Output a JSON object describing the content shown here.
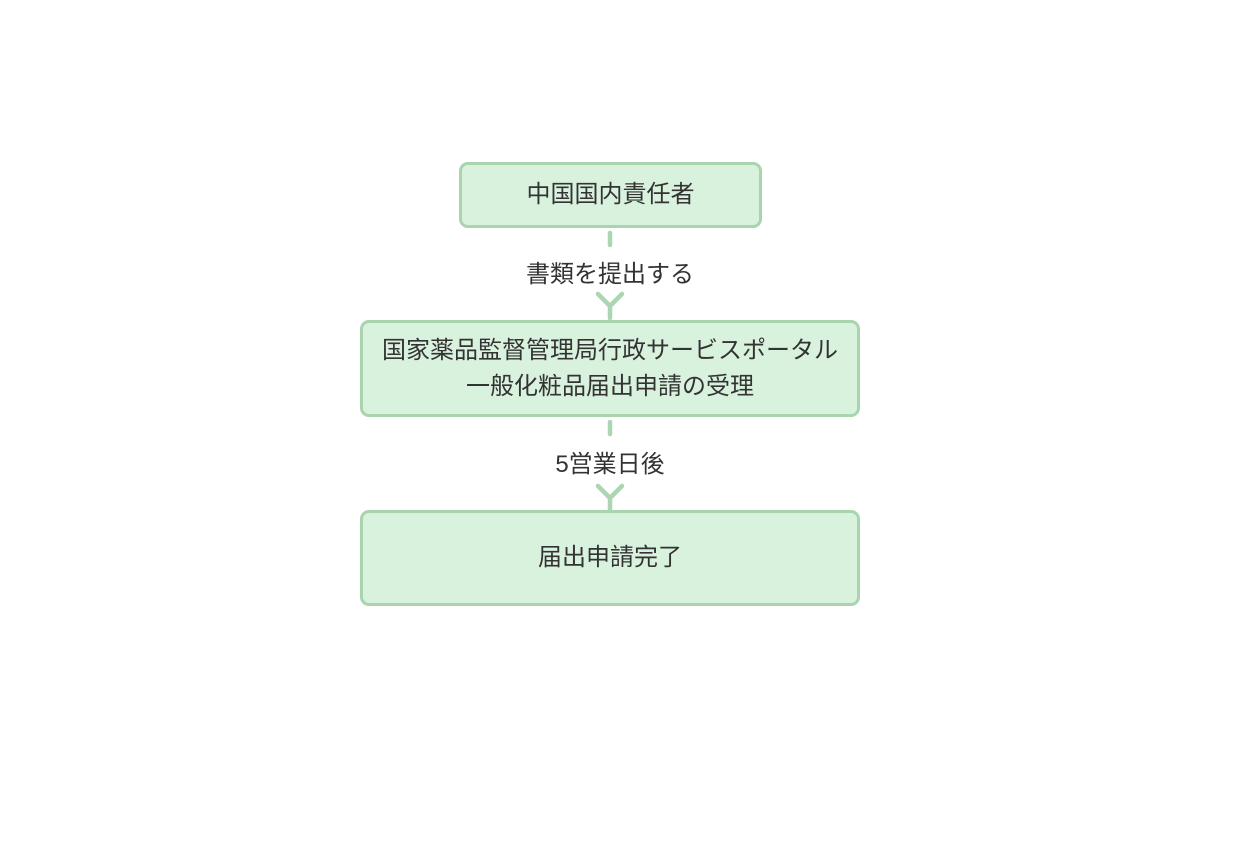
{
  "diagram": {
    "type": "flowchart",
    "direction": "top-down",
    "colors": {
      "background": "#ffffff",
      "node_fill": "#d9f2de",
      "node_border": "#a8d4ae",
      "arrow": "#abd6b1",
      "text": "#333333"
    },
    "nodes": [
      {
        "lines": [
          "中国国内責任者"
        ]
      },
      {
        "lines": [
          "国家薬品監督管理局行政サービスポータル",
          "一般化粧品届出申請の受理"
        ]
      },
      {
        "lines": [
          "届出申請完了"
        ]
      }
    ],
    "edges": [
      {
        "label": "書類を提出する"
      },
      {
        "label": "5営業日後"
      }
    ]
  }
}
